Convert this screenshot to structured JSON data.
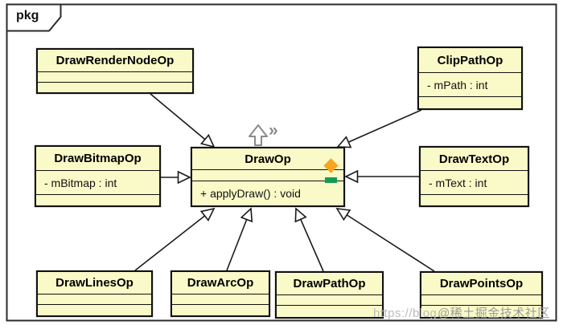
{
  "package": {
    "label": "pkg"
  },
  "diagram": {
    "classes": [
      {
        "name": "DrawRenderNodeOp",
        "attributes": "",
        "methods": ""
      },
      {
        "name": "ClipPathOp",
        "attributes": "- mPath : int",
        "methods": ""
      },
      {
        "name": "DrawBitmapOp",
        "attributes": "- mBitmap : int",
        "methods": ""
      },
      {
        "name": "DrawOp",
        "attributes": "",
        "methods": "+ applyDraw() : void"
      },
      {
        "name": "DrawTextOp",
        "attributes": "- mText : int",
        "methods": ""
      },
      {
        "name": "DrawLinesOp",
        "attributes": "",
        "methods": ""
      },
      {
        "name": "DrawArcOp",
        "attributes": "",
        "methods": ""
      },
      {
        "name": "DrawPathOp",
        "attributes": "",
        "methods": ""
      },
      {
        "name": "DrawPointsOp",
        "attributes": "",
        "methods": ""
      }
    ],
    "relations": [
      {
        "from": "DrawRenderNodeOp",
        "to": "DrawOp",
        "type": "generalization"
      },
      {
        "from": "ClipPathOp",
        "to": "DrawOp",
        "type": "generalization"
      },
      {
        "from": "DrawBitmapOp",
        "to": "DrawOp",
        "type": "generalization"
      },
      {
        "from": "DrawTextOp",
        "to": "DrawOp",
        "type": "generalization"
      },
      {
        "from": "DrawLinesOp",
        "to": "DrawOp",
        "type": "generalization"
      },
      {
        "from": "DrawArcOp",
        "to": "DrawOp",
        "type": "generalization"
      },
      {
        "from": "DrawPathOp",
        "to": "DrawOp",
        "type": "generalization"
      },
      {
        "from": "DrawPointsOp",
        "to": "DrawOp",
        "type": "generalization"
      }
    ]
  },
  "decorations": {
    "supertype_chevrons": "»",
    "diamond_color": "#f6a623",
    "bar_color": "#169a54"
  },
  "watermark": {
    "url_text": "https://blog.",
    "community_text": "@稀土掘金技术社区"
  },
  "colors": {
    "class_fill": "#fafac8",
    "class_border": "#111111",
    "edge": "#1a1a1a",
    "background": "#ffffff",
    "decoration_gray": "#8a8a8a"
  }
}
